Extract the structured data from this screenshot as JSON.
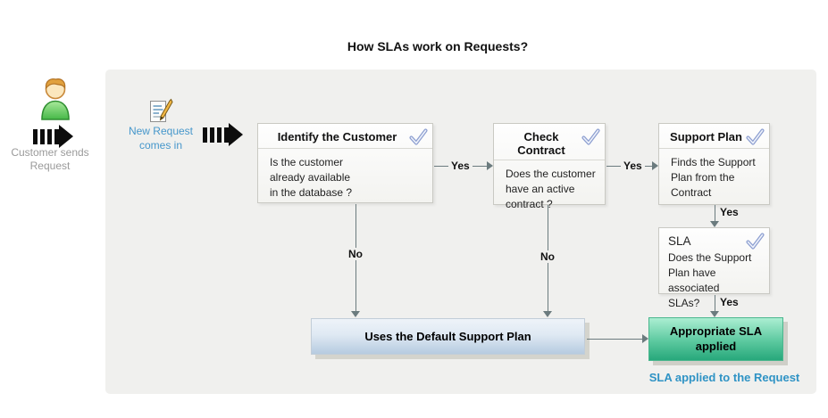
{
  "title": "How SLAs work on Requests?",
  "actors": {
    "customer_label": "Customer sends\nRequest",
    "new_request_label": "New Request\ncomes in"
  },
  "steps": {
    "identify": {
      "title": "Identify the Customer",
      "body": "Is the customer\nalready available\nin the database ?"
    },
    "check_contract": {
      "title": "Check Contract",
      "body": "Does the customer\nhave an active\ncontract ?"
    },
    "support_plan": {
      "title": "Support Plan",
      "body": "Finds the Support\nPlan from the\nContract"
    },
    "sla": {
      "title": "SLA",
      "body": "Does the Support\nPlan have associated\nSLAs?"
    }
  },
  "edges": {
    "yes_identify_to_contract": "Yes",
    "yes_contract_to_support": "Yes",
    "yes_support_to_sla": "Yes",
    "yes_sla_to_applied": "Yes",
    "no_identify": "No",
    "no_contract": "No"
  },
  "outcomes": {
    "default_plan": "Uses the Default Support Plan",
    "sla_applied": "Appropriate SLA\napplied",
    "footer_note": "SLA applied to the Request"
  },
  "icons": {
    "customer": "person-icon",
    "new_request": "document-pencil-icon",
    "flow_in": "hatched-arrow-icon",
    "step_check": "check-mark-icon"
  },
  "colors": {
    "panel_bg": "#f0f0ee",
    "accent_blue_text": "#4697cb",
    "footer_blue_text": "#2f93c5",
    "check_icon": "#8c9ed0",
    "flow_line": "#6b7b7e",
    "blue_box_top": "#eef3f9",
    "blue_box_bottom": "#b6cbe0",
    "green_box_top": "#abeed2",
    "green_box_bottom": "#27a87b"
  }
}
